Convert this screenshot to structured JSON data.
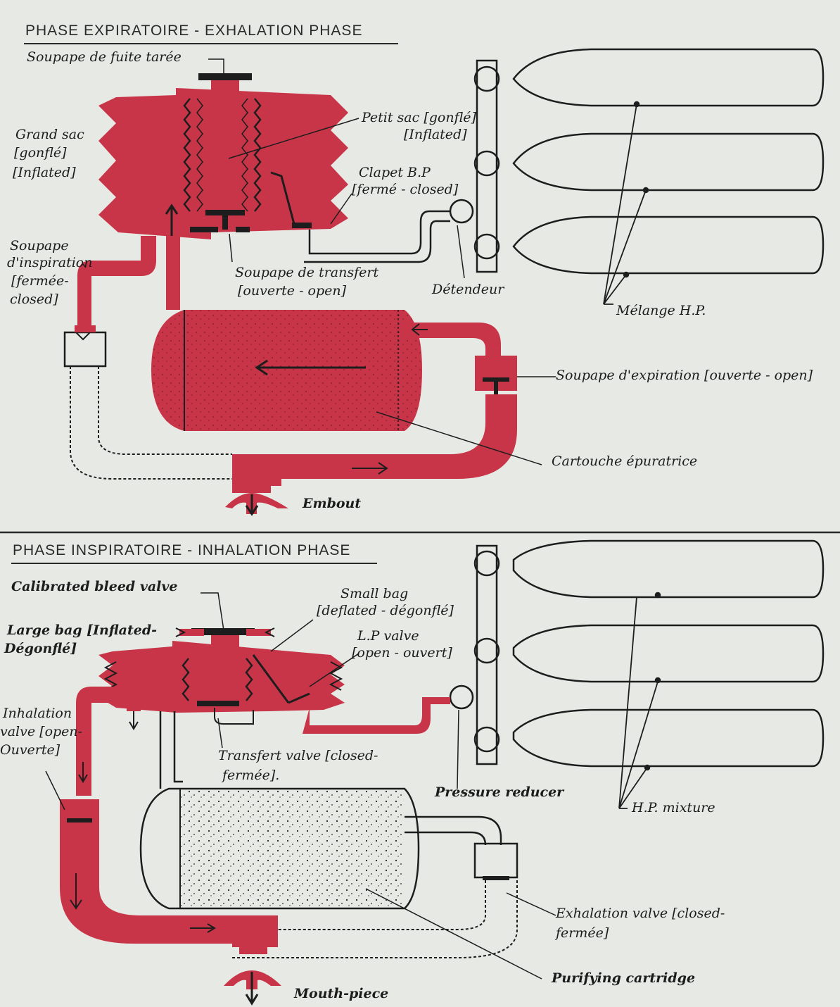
{
  "colors": {
    "paper": "#e7e9e5",
    "red": "#c93548",
    "ink": "#1d1d1d"
  },
  "top": {
    "title": "PHASE EXPIRATOIRE - EXHALATION PHASE",
    "labels": {
      "bleed_valve": "Soupape de fuite tarée",
      "petit_sac": "Petit sac [gonflé]",
      "petit_sac_2": "[Inflated]",
      "grand_sac": "Grand sac",
      "grand_sac_2": "[gonflé]",
      "grand_sac_3": "[Inflated]",
      "clapet": "Clapet B.P",
      "clapet_2": "[fermé - closed]",
      "insp_valve": "Soupape",
      "insp_valve_2": "d'inspiration",
      "insp_valve_3": "[fermée-",
      "insp_valve_4": "closed]",
      "transfer": "Soupape de transfert",
      "transfer_2": "[ouverte - open]",
      "reducer": "Détendeur",
      "mixture": "Mélange H.P.",
      "exp_valve": "Soupape d'expiration [ouverte - open]",
      "cartridge": "Cartouche épuratrice",
      "mouthpiece": "Embout"
    }
  },
  "bottom": {
    "title": "PHASE INSPIRATOIRE - INHALATION PHASE",
    "labels": {
      "bleed_valve": "Calibrated bleed valve",
      "small_bag": "Small bag",
      "small_bag_2": "[deflated - dégonflé]",
      "large_bag": "Large bag [Inflated-",
      "large_bag_2": "Dégonflé]",
      "lp_valve": "L.P valve",
      "lp_valve_2": "[open - ouvert]",
      "inh_valve": "Inhalation",
      "inh_valve_2": "valve [open-",
      "inh_valve_3": "Ouverte]",
      "transfer": "Transfert valve [closed-",
      "transfer_2": "fermée].",
      "reducer": "Pressure reducer",
      "mixture": "H.P. mixture",
      "exh_valve": "Exhalation valve [closed-",
      "exh_valve_2": "fermée]",
      "cartridge": "Purifying cartridge",
      "mouthpiece": "Mouth-piece"
    }
  }
}
